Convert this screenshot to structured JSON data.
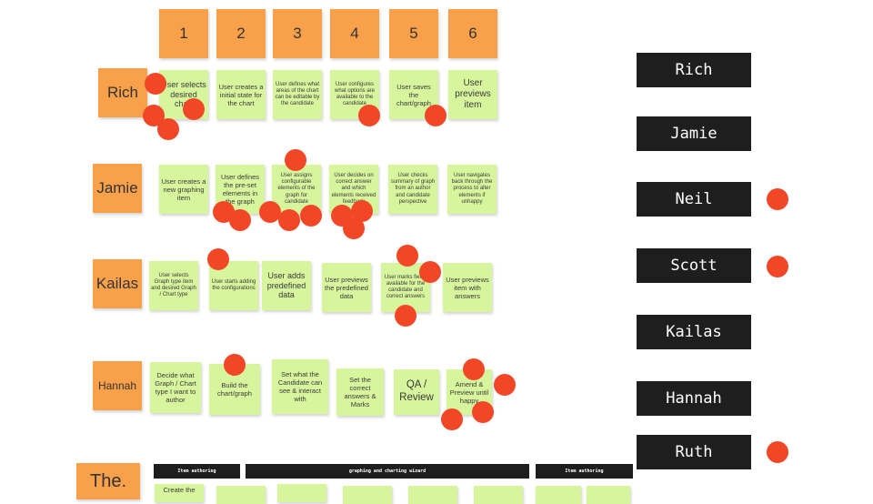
{
  "accent": {
    "orange": "#F9A04B",
    "green": "#D7F59D",
    "dot_red": "#F24726",
    "tag_black": "#1e1e1e"
  },
  "step_numbers": [
    "1",
    "2",
    "3",
    "4",
    "5",
    "6"
  ],
  "participants": [
    "Rich",
    "Jamie",
    "Kailas",
    "Hannah"
  ],
  "rows": {
    "rich": [
      "User selects desired chart",
      "User creates a initial state for the chart",
      "User defines what areas of the chart can be editable by the candidate",
      "User configures what options are available to the candidate",
      "User saves the chart/graph",
      "User previews item"
    ],
    "jamie": [
      "User creates a new graphing item",
      "User defines the pre-set elements in the graph",
      "User assigns configurable elements of the graph for candidate",
      "User decides on correct answer and which elements received feedback",
      "User checks summary of graph from an author and candidate perspective",
      "User navigates back through the process to alter elements if unhappy"
    ],
    "kailas": [
      "User selects Graph type item and desired Graph / Chart type",
      "User starts adding the configurations",
      "User adds predefined data",
      "User previews the predefined data",
      "User marks fields available for the candidate and correct answers",
      "User previews item with answers"
    ],
    "hannah": [
      "Decide what Graph / Chart type I want to author",
      "Build the chart/graph",
      "Set what the Candidate can see & interact with",
      "Set the correct answers & Marks",
      "QA / Review",
      "Amend & Preview until happy"
    ]
  },
  "bottom": {
    "label": "The.",
    "sections": [
      "Item authoring",
      "graphing and charting wizard",
      "Item authoring"
    ],
    "first_note": "Create the"
  },
  "voters": [
    "Rich",
    "Jamie",
    "Neil",
    "Scott",
    "Kailas",
    "Hannah",
    "Ruth"
  ]
}
